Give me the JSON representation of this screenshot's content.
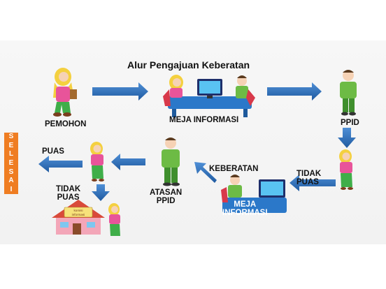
{
  "title": "Alur Pengajuan Keberatan",
  "labels": {
    "pemohon": "PEMOHON",
    "meja_informasi_top": "MEJA INFORMASI",
    "ppid": "PPID",
    "tidak_puas_right_1": "TIDAK",
    "tidak_puas_right_2": "PUAS",
    "keberatan": "KEBERATAN",
    "meja_informasi_bottom_1": "MEJA",
    "meja_informasi_bottom_2": "INFORMASI",
    "atasan_ppid_1": "ATASAN",
    "atasan_ppid_2": "PPID",
    "puas": "PUAS",
    "tidak_puas_left_1": "TIDAK",
    "tidak_puas_left_2": "PUAS",
    "house_sign_1": "komisi",
    "house_sign_2": "informasi"
  },
  "selesai_letters": [
    "S",
    "E",
    "L",
    "E",
    "S",
    "A",
    "I"
  ],
  "colors": {
    "arrow": "#2f6db3",
    "selesai": "#ef7d22",
    "hijab": "#f4d03f",
    "shirt_pink": "#e8549a",
    "pants_green": "#3fae49",
    "uniform_green": "#6dbb45",
    "desk_blue": "#2b78c9",
    "house_roof": "#d94a3a",
    "house_wall": "#f3a6b8"
  }
}
